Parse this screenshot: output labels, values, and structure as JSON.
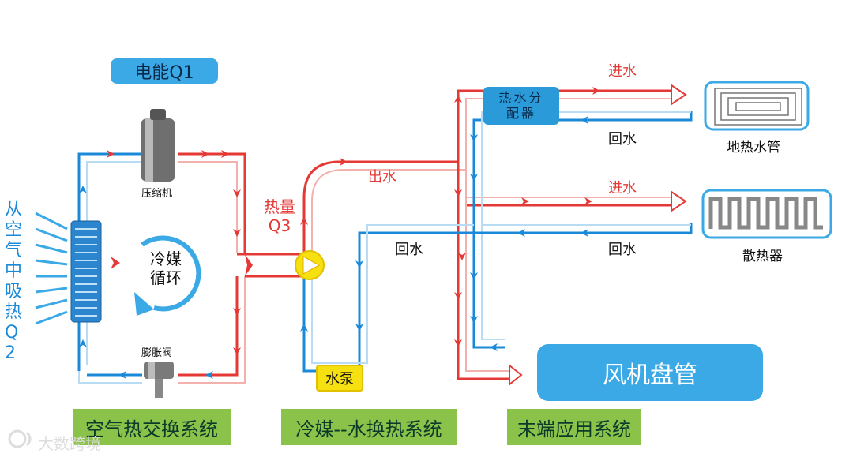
{
  "labels": {
    "electric_energy": "电能Q1",
    "compressor": "压缩机",
    "expansion_valve": "膨胀阀",
    "air_absorb_heat": "从空气中吸热Q2",
    "refrigerant_cycle": "冷媒循环",
    "heat_q3": "热量Q3",
    "water_pump": "水泵",
    "water_out": "出水",
    "water_return": "回水",
    "water_in": "进水",
    "distributor": "热水分配器",
    "floor_heating": "地热水管",
    "radiator": "散热器",
    "fan_coil": "风机盘管",
    "air_system": "空气热交换系统",
    "refrigerant_water_system": "冷媒--水换热系统",
    "terminal_system": "末端应用系统",
    "watermark": "大数跨境"
  },
  "colors": {
    "hot_pipe": "#e53935",
    "cold_pipe": "#1a8ad8",
    "label_blue": "#3ba9e6",
    "system_green": "#8bc34a",
    "pump_yellow": "#f7e00f"
  }
}
